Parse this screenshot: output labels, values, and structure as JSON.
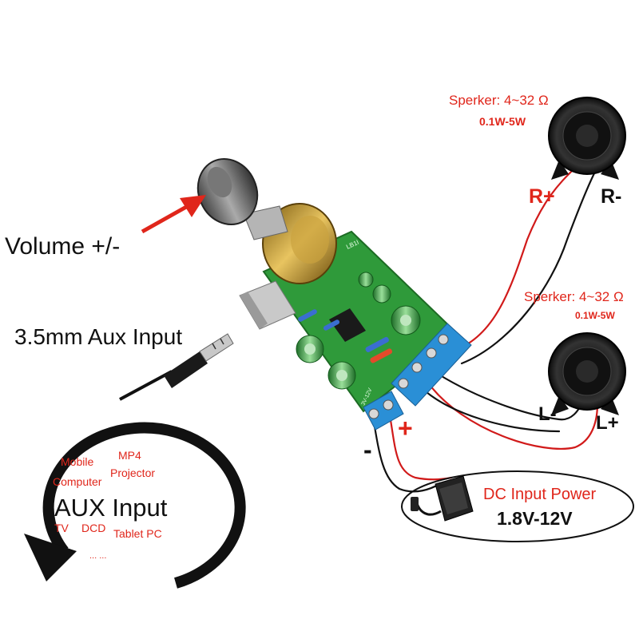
{
  "labels": {
    "volume": "Volume +/-",
    "aux_input_35": "3.5mm Aux Input",
    "speaker_right": {
      "spec": "Sperker: 4~32 Ω",
      "power": "0.1W-5W"
    },
    "speaker_left": {
      "spec": "Sperker: 4~32 Ω",
      "power": "0.1W-5W"
    },
    "r_plus": "R+",
    "r_minus": "R-",
    "l_minus": "L-",
    "l_plus": "L+",
    "power_plus": "+",
    "power_minus": "-",
    "dc_power": {
      "title": "DC Input Power",
      "range": "1.8V-12V"
    },
    "board_voltage": "3V-12V",
    "board_silk": "LB1I",
    "aux_sources": {
      "title": "AUX Input",
      "items": [
        "Mobile",
        "Computer",
        "MP4",
        "Projector",
        "TV",
        "DCD",
        "Tablet PC",
        "... ..."
      ]
    }
  },
  "colors": {
    "label_red": "#e0261b",
    "label_black": "#111111",
    "pcb_green": "#2f9a3a",
    "terminal_blue": "#2a8fd6",
    "wire_red": "#d11a1a",
    "wire_black": "#111111"
  }
}
